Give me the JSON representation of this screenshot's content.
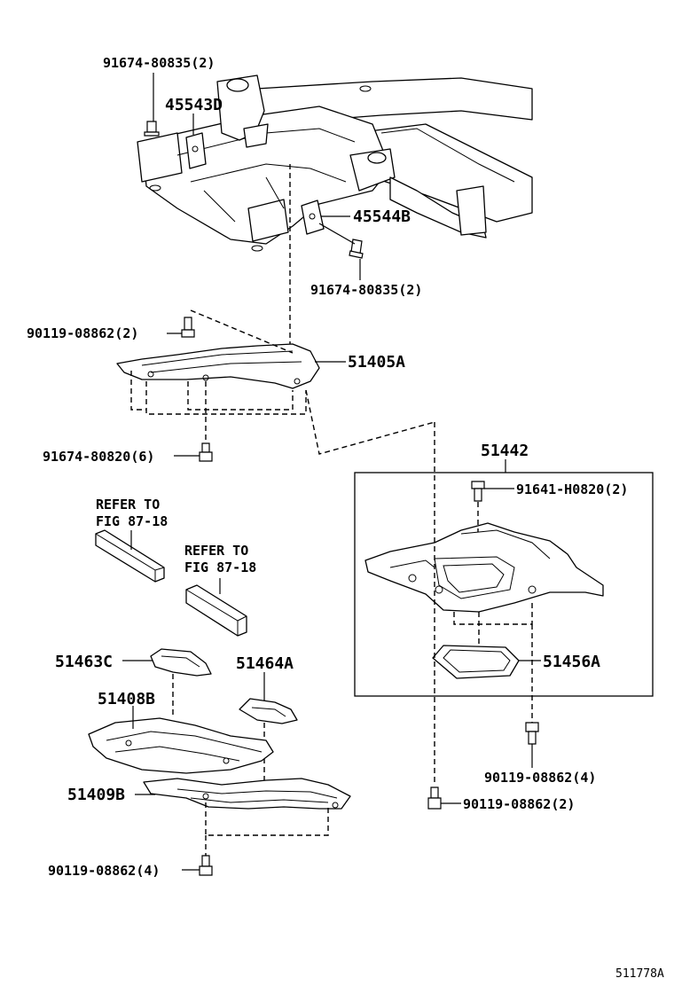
{
  "labels": {
    "p_91674_80835_top": "91674-80835(2)",
    "p_45543d": "45543D",
    "p_45544b": "45544B",
    "p_91674_80835_mid": "91674-80835(2)",
    "p_90119_08862_2a": "90119-08862(2)",
    "p_51405a": "51405A",
    "p_91674_80820": "91674-80820(6)",
    "p_51442": "51442",
    "p_91641_h0820": "91641-H0820(2)",
    "p_51456a": "51456A",
    "p_90119_08862_4a": "90119-08862(4)",
    "p_90119_08862_2b": "90119-08862(2)",
    "p_51463c": "51463C",
    "p_51464a": "51464A",
    "p_51408b": "51408B",
    "p_51409b": "51409B",
    "p_90119_08862_4b": "90119-08862(4)",
    "figure_code": "511778A"
  },
  "references": {
    "ref1_line1": "REFER TO",
    "ref1_line2": "FIG 87-18",
    "ref2_line1": "REFER TO",
    "ref2_line2": "FIG 87-18"
  }
}
